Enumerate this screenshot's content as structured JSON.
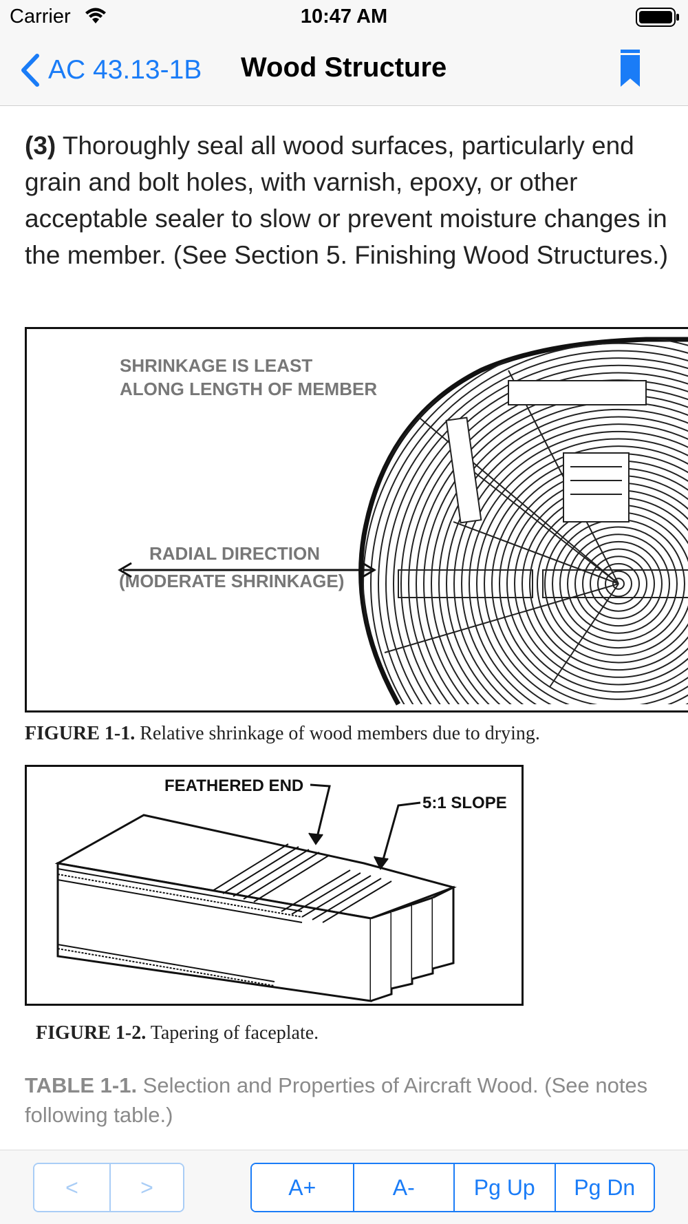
{
  "status_bar": {
    "carrier": "Carrier",
    "time": "10:47 AM",
    "icons": [
      "wifi-icon",
      "battery-icon"
    ]
  },
  "nav": {
    "back_label": "AC 43.13-1B",
    "title": "Wood Structure",
    "bookmark_icon": "bookmark-icon",
    "accent_color": "#1a7cf7"
  },
  "content": {
    "paragraph_number": "(3)",
    "paragraph_text": " Thoroughly seal all wood surfaces, particularly end grain and bolt holes, with varnish, epoxy, or other acceptable sealer to slow or prevent moisture changes in the member. (See Section 5. Finishing Wood Structures.)",
    "figure1": {
      "label_line1": "SHRINKAGE IS LEAST",
      "label_line2": "ALONG LENGTH OF MEMBER",
      "radial_line1": "RADIAL DIRECTION",
      "radial_line2": "(MODERATE SHRINKAGE)",
      "caption_label": "FIGURE 1-1.",
      "caption_text": " Relative shrinkage of wood members due to drying."
    },
    "figure2": {
      "feathered_end": "FEATHERED END",
      "slope": "5:1 SLOPE",
      "caption_label": "FIGURE 1-2.",
      "caption_text": " Tapering of faceplate."
    },
    "table_caption_label": "TABLE 1-1.",
    "table_caption_text": " Selection and Properties of Aircraft Wood. (See notes following table.)"
  },
  "toolbar": {
    "prev_label": "<",
    "next_label": ">",
    "font_increase_label": "A+",
    "font_decrease_label": "A-",
    "page_up_label": "Pg Up",
    "page_down_label": "Pg Dn"
  }
}
